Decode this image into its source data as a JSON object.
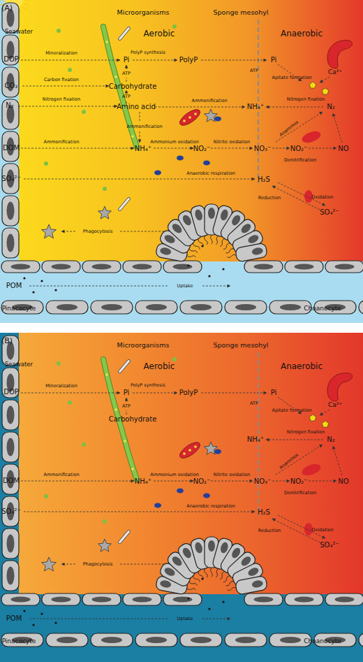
{
  "diagram": {
    "nodes": [
      {
        "text": [
          "(A)"
        ]
      },
      {
        "text": [
          "(B)"
        ]
      }
    ],
    "labels": [
      "Microorganisms",
      "Sponge mesohyl",
      "Seawater",
      "Aerobic",
      "Anaerobic",
      "DOP",
      "Mineralization",
      "PolyP synthesis",
      "Pi",
      "PolyP",
      "Pi",
      "ATP",
      "ATP",
      "Ca²⁺",
      "CO₂",
      "Carbon fixation",
      "Carbohydrate",
      "Apitate formation",
      "ATP",
      "N₂",
      "Nitrogen fixation",
      "Amino acid",
      "Ammonification",
      "NH₄⁺",
      "Nitrogen fixation",
      "N₂",
      "Ammonification",
      "Anammox",
      "DOM",
      "Ammonification",
      "NH₄⁺",
      "Ammonium oxidation",
      "NO₂⁻",
      "Nitrite oxidation",
      "NO₃⁻",
      "NO₂⁻",
      "NO",
      "Denitrification",
      "SO₄²⁻",
      "Anaerobic respiration",
      "H₂S",
      "Reduction",
      "Oxidation",
      "SO₄²⁻",
      "Phagocytosis",
      "POM",
      "Uptake",
      "Pinacocyte",
      "Choanocyte",
      "Microorganisms",
      "Sponge mesohyl",
      "Seawater",
      "Aerobic",
      "Anaerobic",
      "DOP",
      "Mineralization",
      "PolyP synthesis",
      "Pi",
      "PolyP",
      "Pi",
      "ATP",
      "ATP",
      "Ca²⁺",
      "Carbohydrate",
      "Apitate formation",
      "NH₄⁺",
      "Nitrogen fixation",
      "N₂",
      "Anammox",
      "DOM",
      "Ammonification",
      "NH₄⁺",
      "Ammonium oxidation",
      "NO₂⁻",
      "Nitrite oxidation",
      "NO₃⁻",
      "NO₂⁻",
      "NO",
      "Denitrification",
      "SO₄²⁻",
      "Anaerobic respiration",
      "H₂S",
      "Reduction",
      "Oxidation",
      "SO₄²⁻",
      "Phagocytosis",
      "POM",
      "Uptake",
      "Pinacocyte",
      "Choanocyte"
    ]
  }
}
